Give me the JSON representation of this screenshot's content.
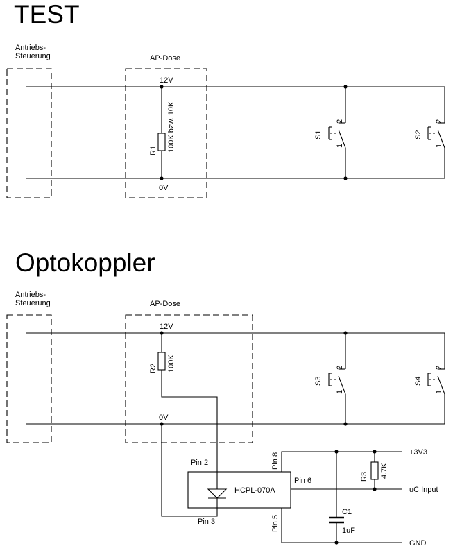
{
  "top": {
    "title": "TEST",
    "controller_label": [
      "Antriebs-",
      "Steuerung"
    ],
    "box_label": "AP-Dose",
    "rail_top": "12V",
    "rail_bottom": "0V",
    "resistor": {
      "ref": "R1",
      "value": "100K bzw. 10K"
    },
    "switches": [
      {
        "ref": "S1",
        "pin_top": "2",
        "pin_bottom": "1"
      },
      {
        "ref": "S2",
        "pin_top": "2",
        "pin_bottom": "1"
      }
    ]
  },
  "bottom": {
    "title": "Optokoppler",
    "controller_label": [
      "Antriebs-",
      "Steuerung"
    ],
    "box_label": "AP-Dose",
    "rail_top": "12V",
    "rail_bottom": "0V",
    "resistor": {
      "ref": "R2",
      "value": "100K"
    },
    "switches": [
      {
        "ref": "S3",
        "pin_top": "2",
        "pin_bottom": "1"
      },
      {
        "ref": "S4",
        "pin_top": "2",
        "pin_bottom": "1"
      }
    ],
    "optocoupler": {
      "part": "HCPL-070A",
      "pins": {
        "p2": "Pin 2",
        "p3": "Pin 3",
        "p5": "Pin 5",
        "p6": "Pin 6",
        "p8": "Pin 8"
      }
    },
    "r3": {
      "ref": "R3",
      "value": "4.7K"
    },
    "c1": {
      "ref": "C1",
      "value": "1uF"
    },
    "nets": {
      "vcc": "+3V3",
      "out": "uC Input",
      "gnd": "GND"
    }
  }
}
